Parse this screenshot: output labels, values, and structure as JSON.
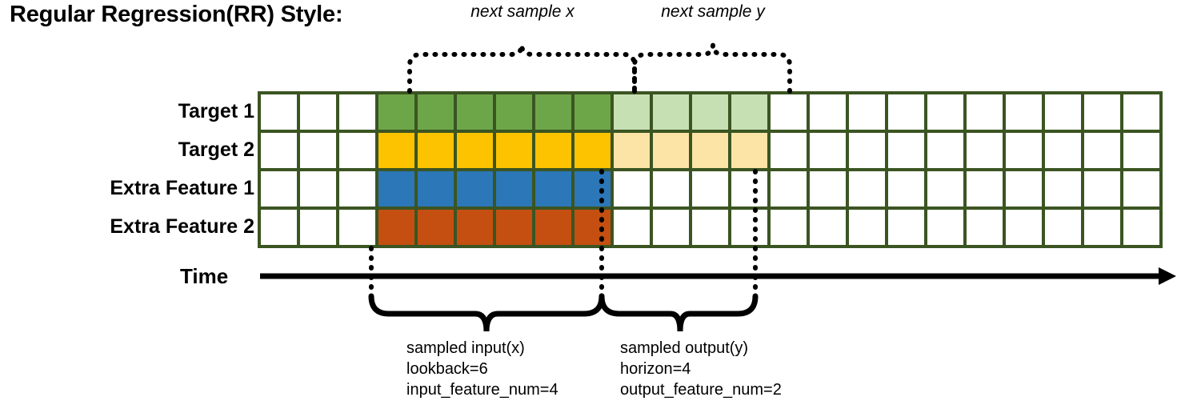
{
  "title": "Regular Regression(RR) Style:",
  "rows": [
    {
      "label": "Target 1",
      "fill": "#6DA649",
      "faded": "#C6E0B4"
    },
    {
      "label": "Target 2",
      "fill": "#FDC300",
      "faded": "#FCE4A6"
    },
    {
      "label": "Extra Feature 1",
      "fill": "#2B77B8",
      "faded": null
    },
    {
      "label": "Extra Feature 2",
      "fill": "#C44F11",
      "faded": null
    }
  ],
  "grid": {
    "columns": 23,
    "lead_blank_columns": 3,
    "input_columns": 6,
    "output_columns": 4,
    "trailing_blank_columns": 10,
    "border_color": "#3B5522",
    "empty_color": "#FFFFFF"
  },
  "top_braces": [
    {
      "label": "next sample x"
    },
    {
      "label": "next sample y"
    }
  ],
  "axis": {
    "label": "Time"
  },
  "bottom_braces": [
    {
      "title": "sampled input(x)",
      "line2": "lookback=6",
      "line3": "input_feature_num=4"
    },
    {
      "title": "sampled output(y)",
      "line2": "horizon=4",
      "line3": "output_feature_num=2"
    }
  ]
}
